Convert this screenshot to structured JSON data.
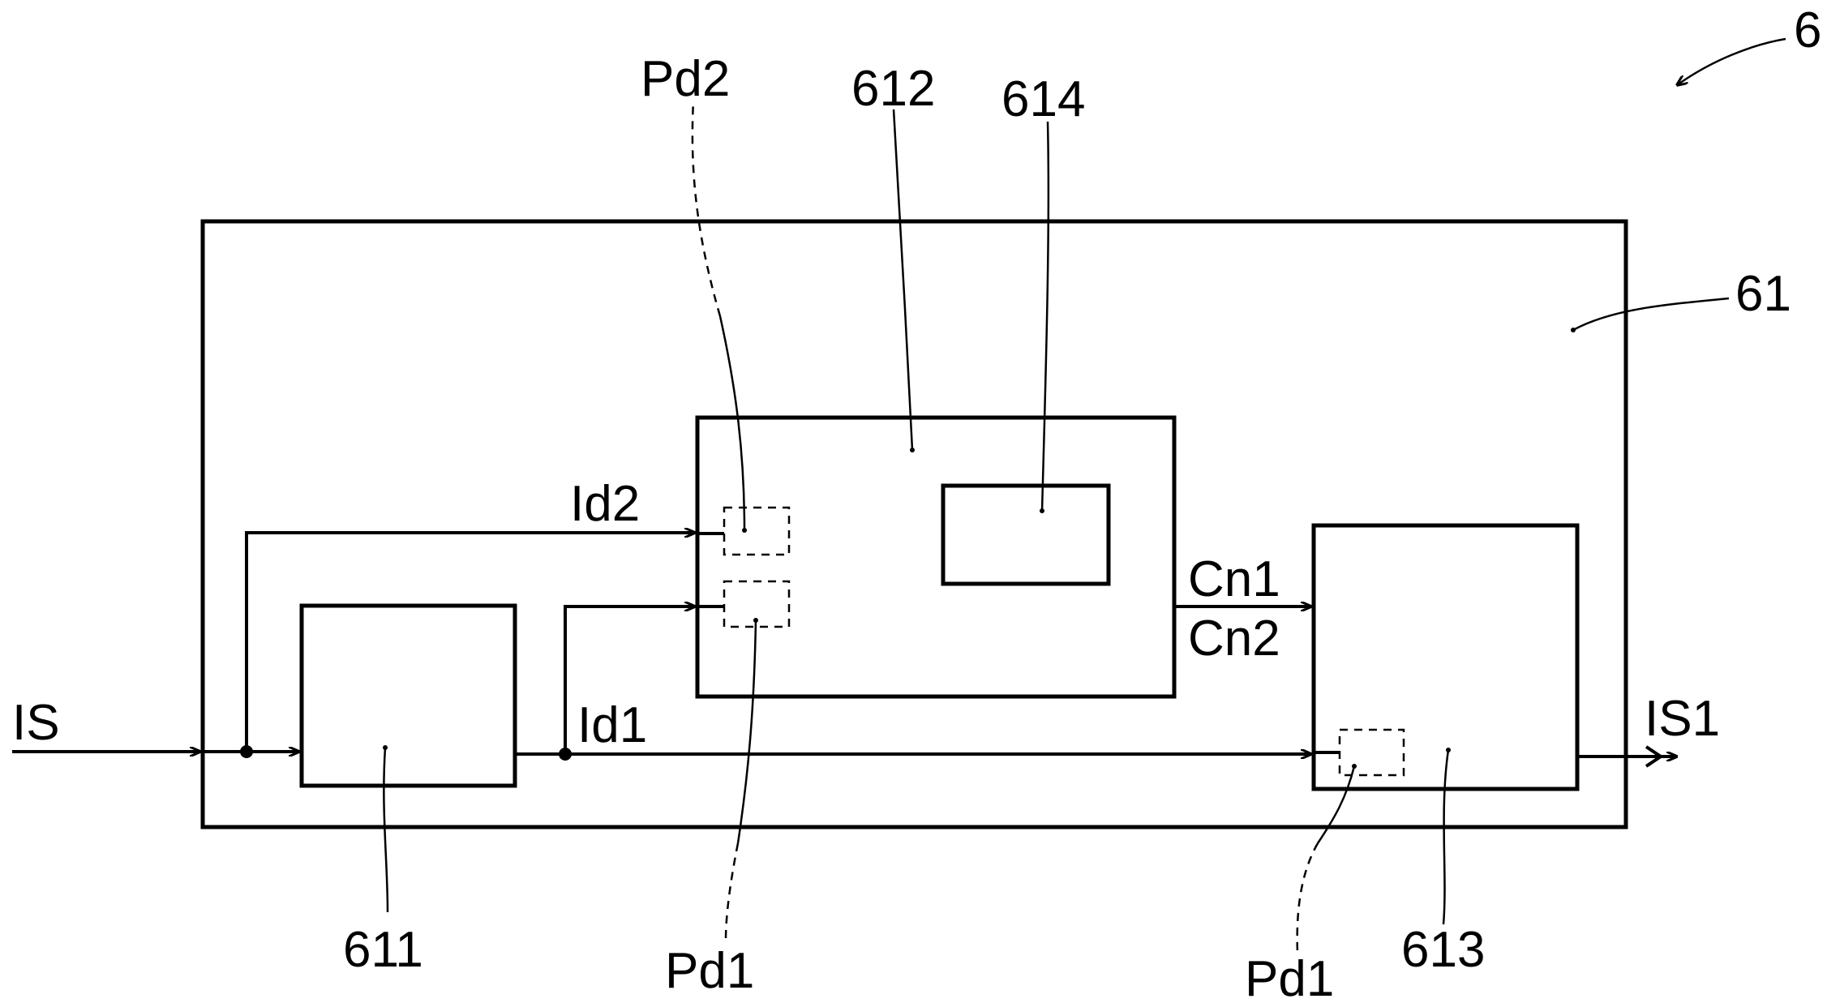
{
  "figure": {
    "ref": "6",
    "blocks": {
      "outer": "61",
      "block_611": "611",
      "block_612": "612",
      "block_613": "613",
      "block_614": "614"
    },
    "signals": {
      "input": "IS",
      "output": "IS1",
      "id1": "Id1",
      "id2": "Id2",
      "cn1": "Cn1",
      "cn2": "Cn2"
    },
    "ports": {
      "pd2_top": "Pd2",
      "pd1_center": "Pd1",
      "pd1_right": "Pd1"
    }
  }
}
